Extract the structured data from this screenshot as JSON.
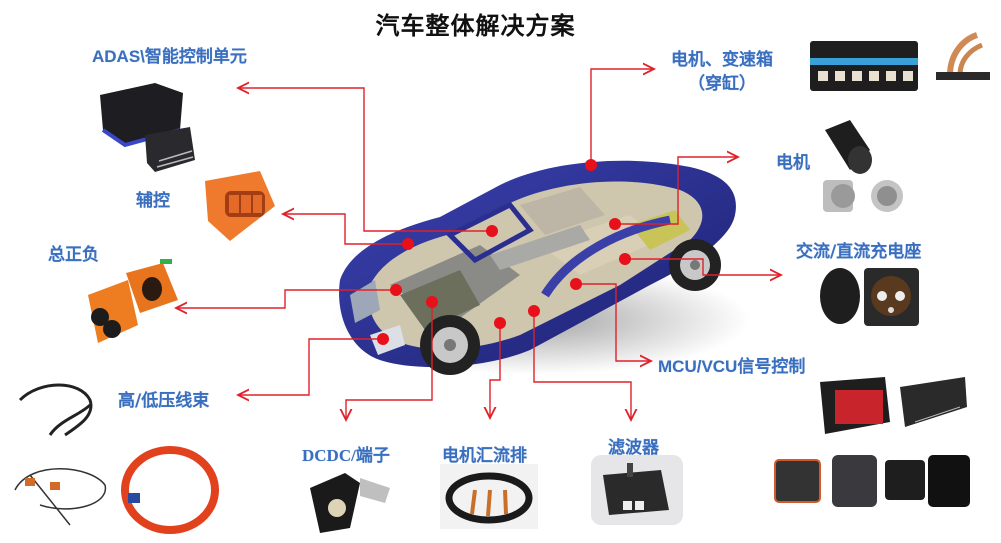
{
  "title": "汽车整体解决方案",
  "colors": {
    "label_text": "#3a6fbf",
    "leader_line": "#e0202a",
    "hotspot": "#e8101a",
    "car_body": "#2a2f8f",
    "title_text": "#111111"
  },
  "labels": {
    "adas": "ADAS\\智能控制单元",
    "motor_gearbox_line1": "电机、变速箱",
    "motor_gearbox_line2": "（穿缸）",
    "motor": "电机",
    "aux_control": "辅控",
    "main_pos_neg": "总正负",
    "ac_dc_charging": "交流/直流充电座",
    "mcu_vcu": "MCU/VCU信号控制",
    "hv_lv_harness": "高/低压线束",
    "dcdc_terminal": "DCDC/端子",
    "motor_busbar": "电机汇流排",
    "filter": "滤波器"
  },
  "icons": {
    "car": "car-cutaway-icon",
    "adas_connector": "black-connector-icon",
    "aux_connector": "orange-connector-icon",
    "hv_connector": "orange-hv-plug-icon",
    "motor_connector": "circular-connector-icon",
    "charging_socket": "charging-socket-icon",
    "gearbox_connector": "pass-through-connector-icon",
    "busbar": "copper-busbar-icon",
    "harness": "wire-harness-icon",
    "dcdc": "terminal-connector-icon",
    "filter": "filter-module-icon",
    "signal_connectors": "signal-connector-icon"
  }
}
